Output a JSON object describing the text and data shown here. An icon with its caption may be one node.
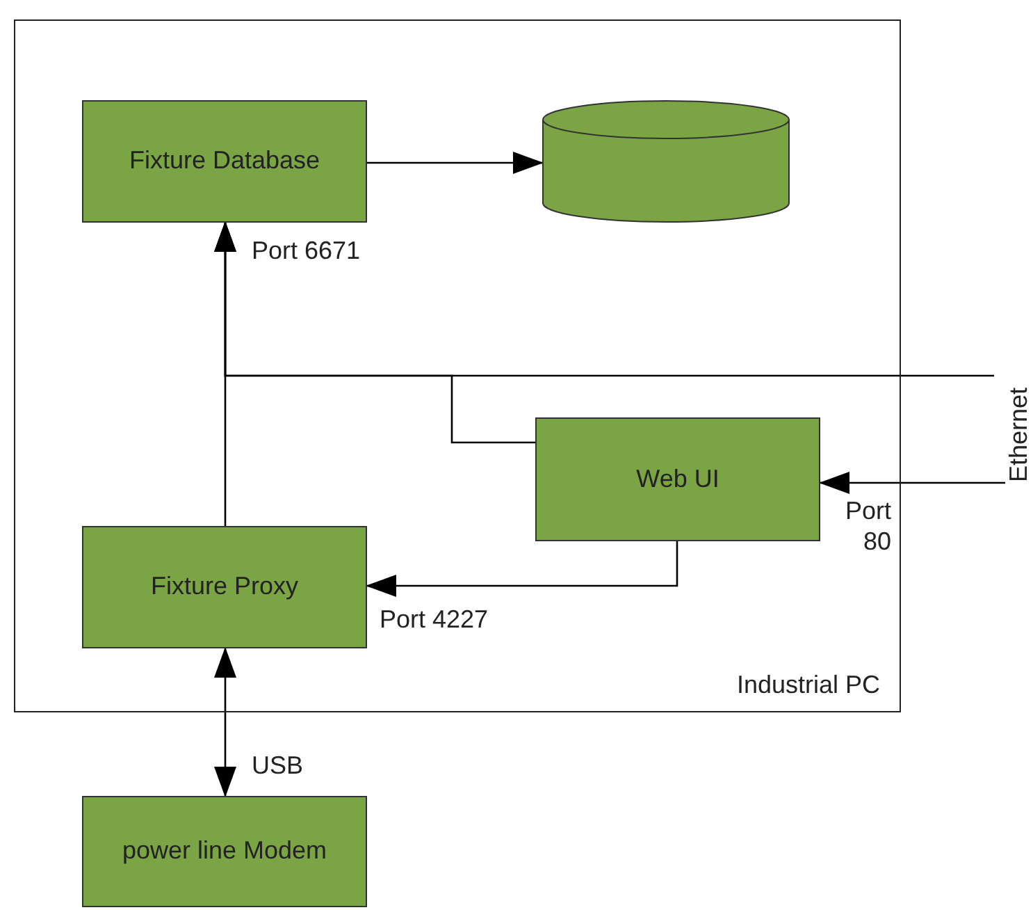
{
  "diagram": {
    "nodes": [
      {
        "text": [
          "Industrial PC"
        ]
      },
      {
        "text": [
          "Fixture Database"
        ],
        "in": 0
      },
      {
        "text": [],
        "shape": "cylinder",
        "in": 0
      },
      {
        "text": [
          "Web UI"
        ],
        "in": 0
      },
      {
        "text": [
          "Fixture Proxy"
        ],
        "in": 0
      },
      {
        "text": [
          "Ethernet"
        ]
      },
      {
        "text": [
          "power line Modem"
        ]
      }
    ],
    "edges": [
      {
        "from": 1,
        "to": 2,
        "arrow": "to"
      },
      {
        "from": 4,
        "to": 1,
        "arrow": "to",
        "label": "Port 6671"
      },
      {
        "from": 5,
        "to": 1,
        "arrow": "to"
      },
      {
        "from": 3,
        "to": 1,
        "arrow": "to"
      },
      {
        "from": 5,
        "to": 3,
        "arrow": "to",
        "label": "Port 80"
      },
      {
        "from": 3,
        "to": 4,
        "arrow": "to",
        "label": "Port 4227"
      },
      {
        "from": 4,
        "to": 6,
        "arrow": "both",
        "label": "USB"
      }
    ]
  }
}
